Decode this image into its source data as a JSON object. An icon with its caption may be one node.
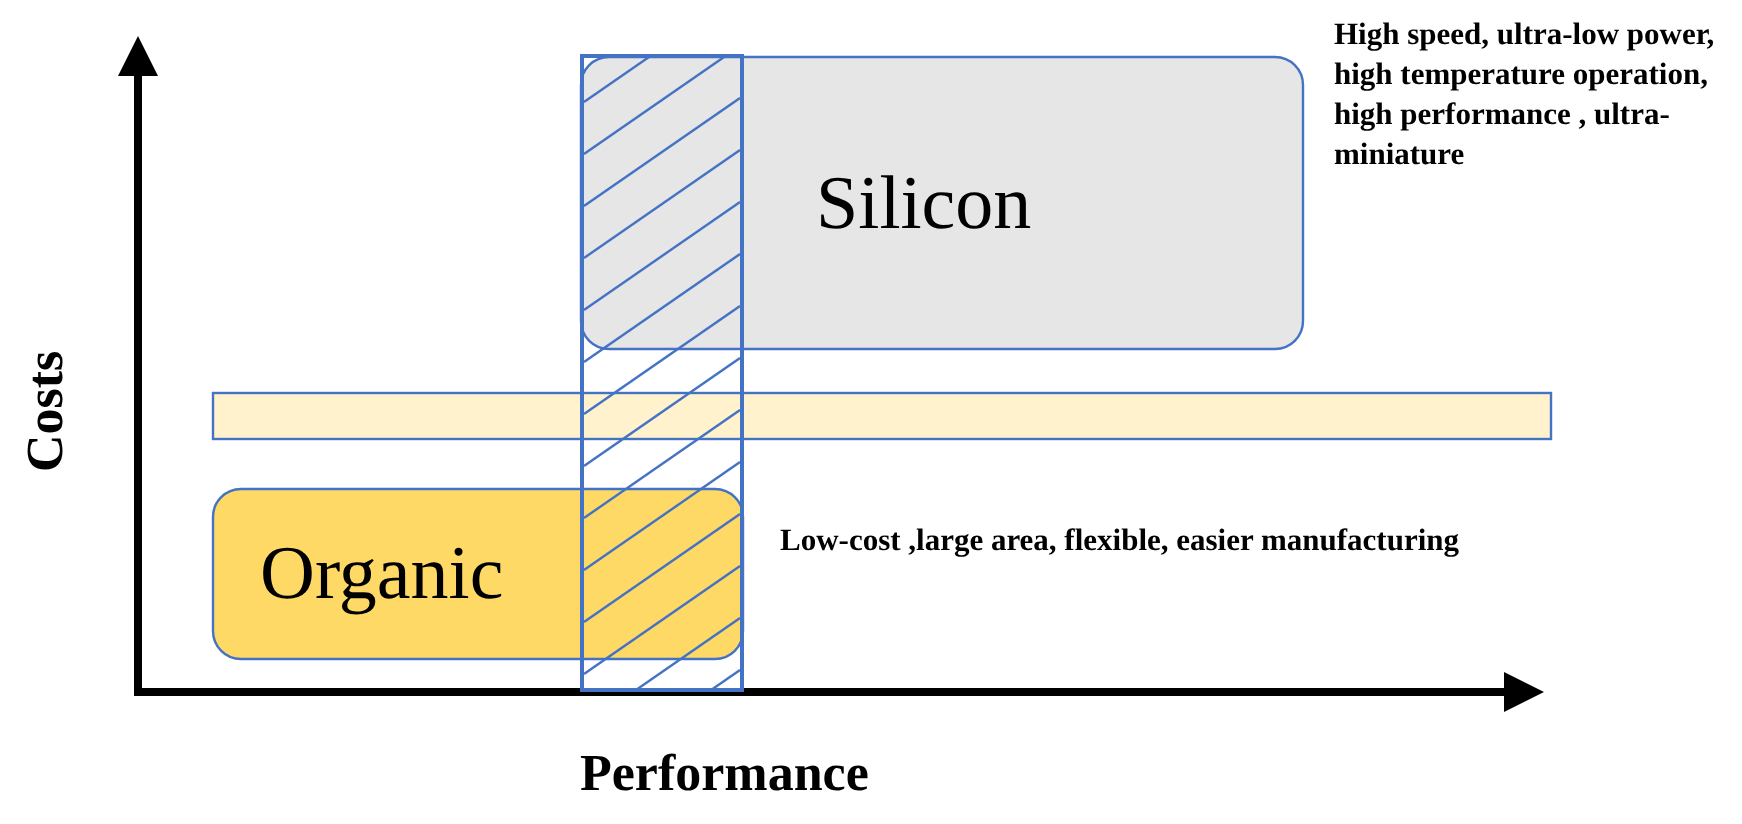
{
  "diagram": {
    "nodes": [
      {
        "text": [
          "Silicon"
        ],
        "beside": [
          "High speed, ultra-low power, high temperature operation, high performance , ultra- miniature"
        ]
      },
      {
        "text": [],
        "shape": "bar"
      },
      {
        "text": [],
        "shape": "bar"
      },
      {
        "text": [
          "Organic"
        ],
        "beside": [
          "Low-cost ,large  area, flexible, easier manufacturing"
        ]
      }
    ],
    "edges": [],
    "labels": [
      "Costs",
      "Performance"
    ]
  }
}
